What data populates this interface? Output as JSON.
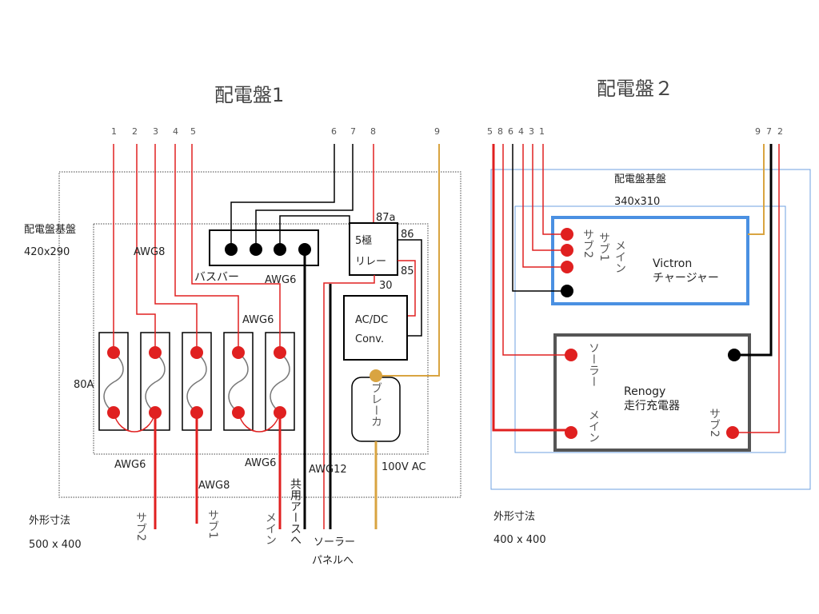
{
  "panel1": {
    "title": "配電盤1",
    "terminal_numbers": [
      "1",
      "2",
      "3",
      "4",
      "5",
      "6",
      "7",
      "8",
      "9"
    ],
    "board_label": "配電盤基盤",
    "board_size": "420x290",
    "outer_label": "外形寸法",
    "outer_size": "500 x 400",
    "busbar_label": "バスバー",
    "relay_label_line1": "5極",
    "relay_label_line2": "リレー",
    "relay_pin_87a": "87a",
    "relay_pin_86": "86",
    "relay_pin_85": "85",
    "relay_pin_30": "30",
    "converter_line1": "AC/DC",
    "converter_line2": "Conv.",
    "breaker_label": "ブレーカ",
    "fuse_rating": "80A",
    "awg8_top": "AWG8",
    "awg6_busbar": "AWG6",
    "awg6_mid": "AWG6",
    "awg6_bottom_left": "AWG6",
    "awg6_bottom_right": "AWG6",
    "awg8_bottom": "AWG8",
    "awg12": "AWG12",
    "ac_label": "100V AC",
    "out_sub2": "サブ2",
    "out_sub1": "サブ1",
    "out_main": "メイン",
    "out_ground": "共用アースへ",
    "out_solar_line1": "ソーラー",
    "out_solar_line2": "パネルへ"
  },
  "panel2": {
    "title": "配電盤２",
    "terminal_numbers_left": [
      "5",
      "8",
      "6",
      "4",
      "3",
      "1"
    ],
    "terminal_numbers_right": [
      "9",
      "7",
      "2"
    ],
    "board_label": "配電盤基盤",
    "board_size": "340x310",
    "outer_label": "外形寸法",
    "outer_size": "400 x 400",
    "victron_name": "Victron",
    "victron_type": "チャージャー",
    "victron_in_sub2": "サブ2",
    "victron_in_sub1": "サブ1",
    "victron_in_main": "メイン",
    "renogy_name": "Renogy",
    "renogy_type": "走行充電器",
    "renogy_solar": "ソーラー",
    "renogy_main": "メイン",
    "renogy_sub2": "サブ2"
  },
  "colors": {
    "positive_wire": "#e02020",
    "negative_wire": "#000000",
    "ac_wire": "#d9a441",
    "victron_box": "#4a90e2",
    "renogy_box": "#555555",
    "board2_outline": "#6fa0e0"
  }
}
